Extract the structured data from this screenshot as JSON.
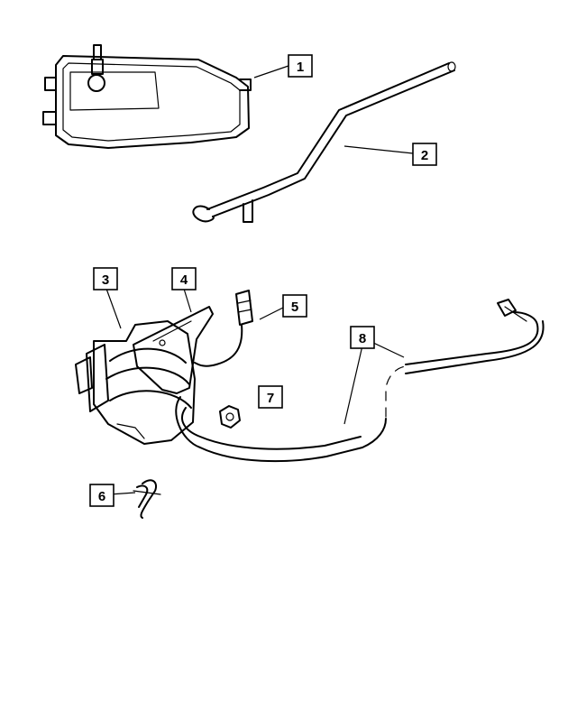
{
  "callouts": [
    {
      "id": "1",
      "label": "1"
    },
    {
      "id": "2",
      "label": "2"
    },
    {
      "id": "3",
      "label": "3"
    },
    {
      "id": "4",
      "label": "4"
    },
    {
      "id": "5",
      "label": "5"
    },
    {
      "id": "6",
      "label": "6"
    },
    {
      "id": "7",
      "label": "7"
    },
    {
      "id": "8",
      "label": "8"
    }
  ],
  "parts": [
    {
      "ref": "1",
      "icon": "reservoir-icon"
    },
    {
      "ref": "2",
      "icon": "tube-icon"
    },
    {
      "ref": "3",
      "icon": "actuator-icon"
    },
    {
      "ref": "4",
      "icon": "bracket-icon"
    },
    {
      "ref": "5",
      "icon": "connector-icon"
    },
    {
      "ref": "6",
      "icon": "clip-icon"
    },
    {
      "ref": "7",
      "icon": "nut-icon"
    },
    {
      "ref": "8",
      "icon": "hose-icon"
    }
  ]
}
